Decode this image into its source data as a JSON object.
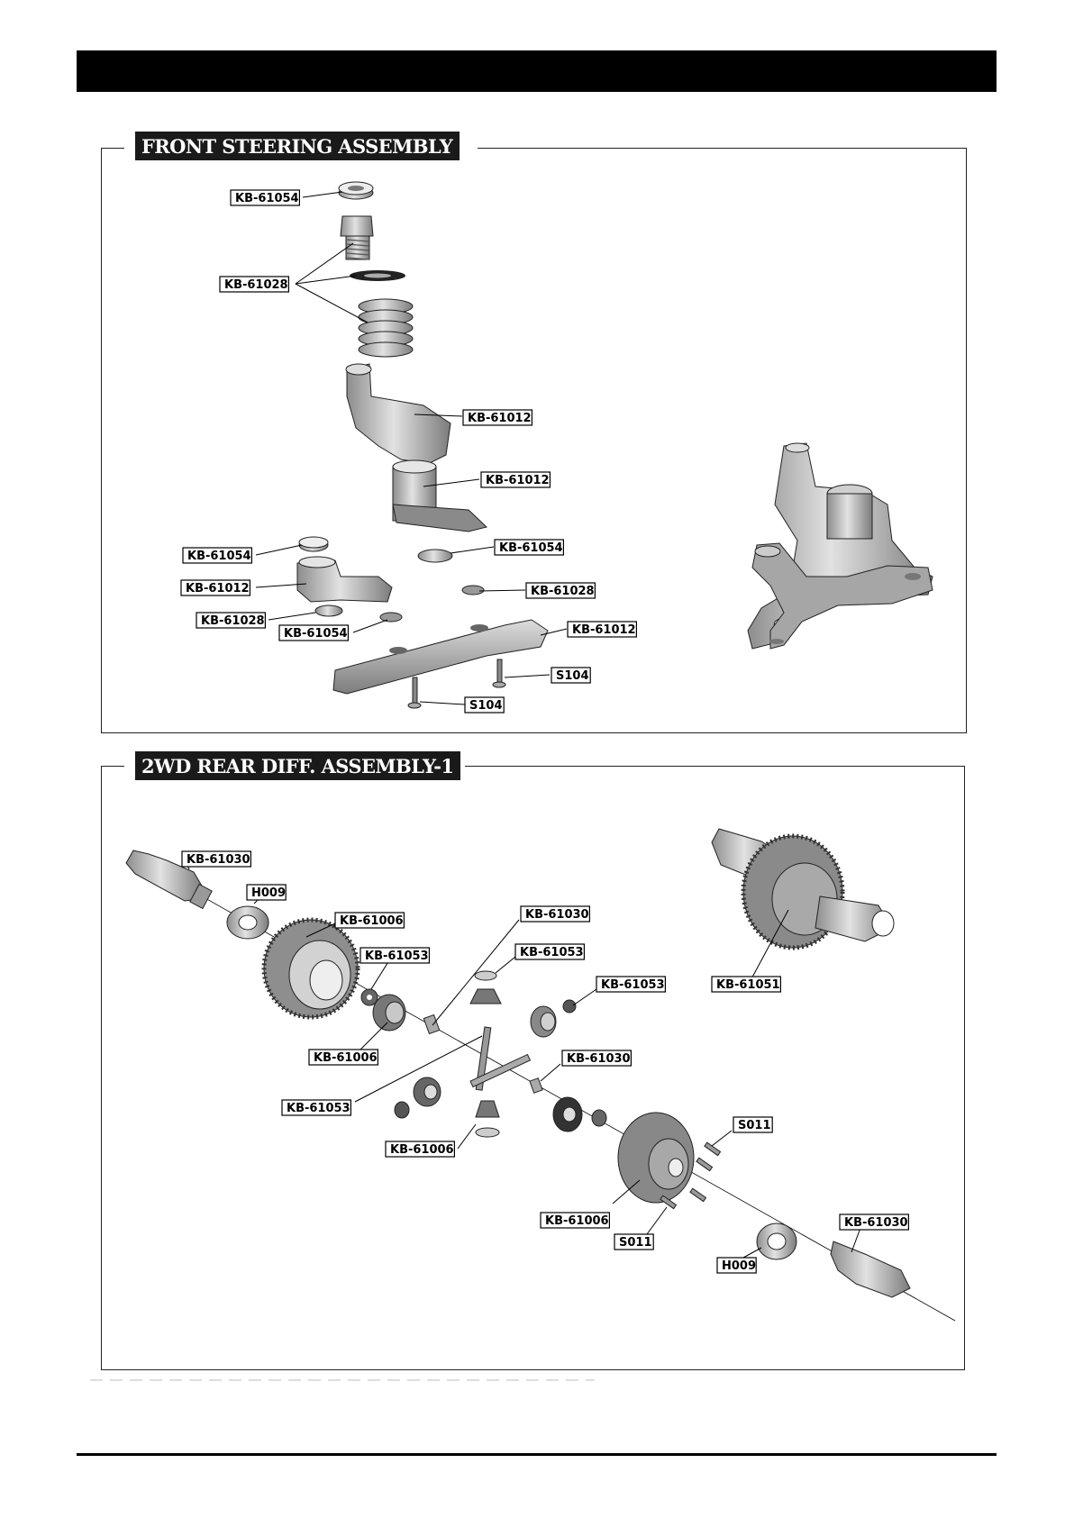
{
  "sections": [
    {
      "title": "FRONT STEERING ASSEMBLY"
    },
    {
      "title": "2WD REAR DIFF. ASSEMBLY-1"
    }
  ],
  "steering_labels": [
    "KB-61054",
    "KB-61028",
    "KB-61012",
    "KB-61012",
    "KB-61054",
    "KB-61054",
    "KB-61012",
    "KB-61028",
    "KB-61054",
    "KB-61028",
    "KB-61012",
    "S104",
    "S104"
  ],
  "diff_labels": [
    "KB-61030",
    "H009",
    "KB-61006",
    "KB-61053",
    "KB-61030",
    "KB-61053",
    "KB-61053",
    "KB-61006",
    "KB-61030",
    "KB-61053",
    "KB-61006",
    "S011",
    "KB-61006",
    "S011",
    "H009",
    "KB-61030",
    "KB-61051"
  ],
  "colors": {
    "header": "#000000",
    "title_bg": "#1a1a1a",
    "part_fill": "#b9b9b9"
  }
}
